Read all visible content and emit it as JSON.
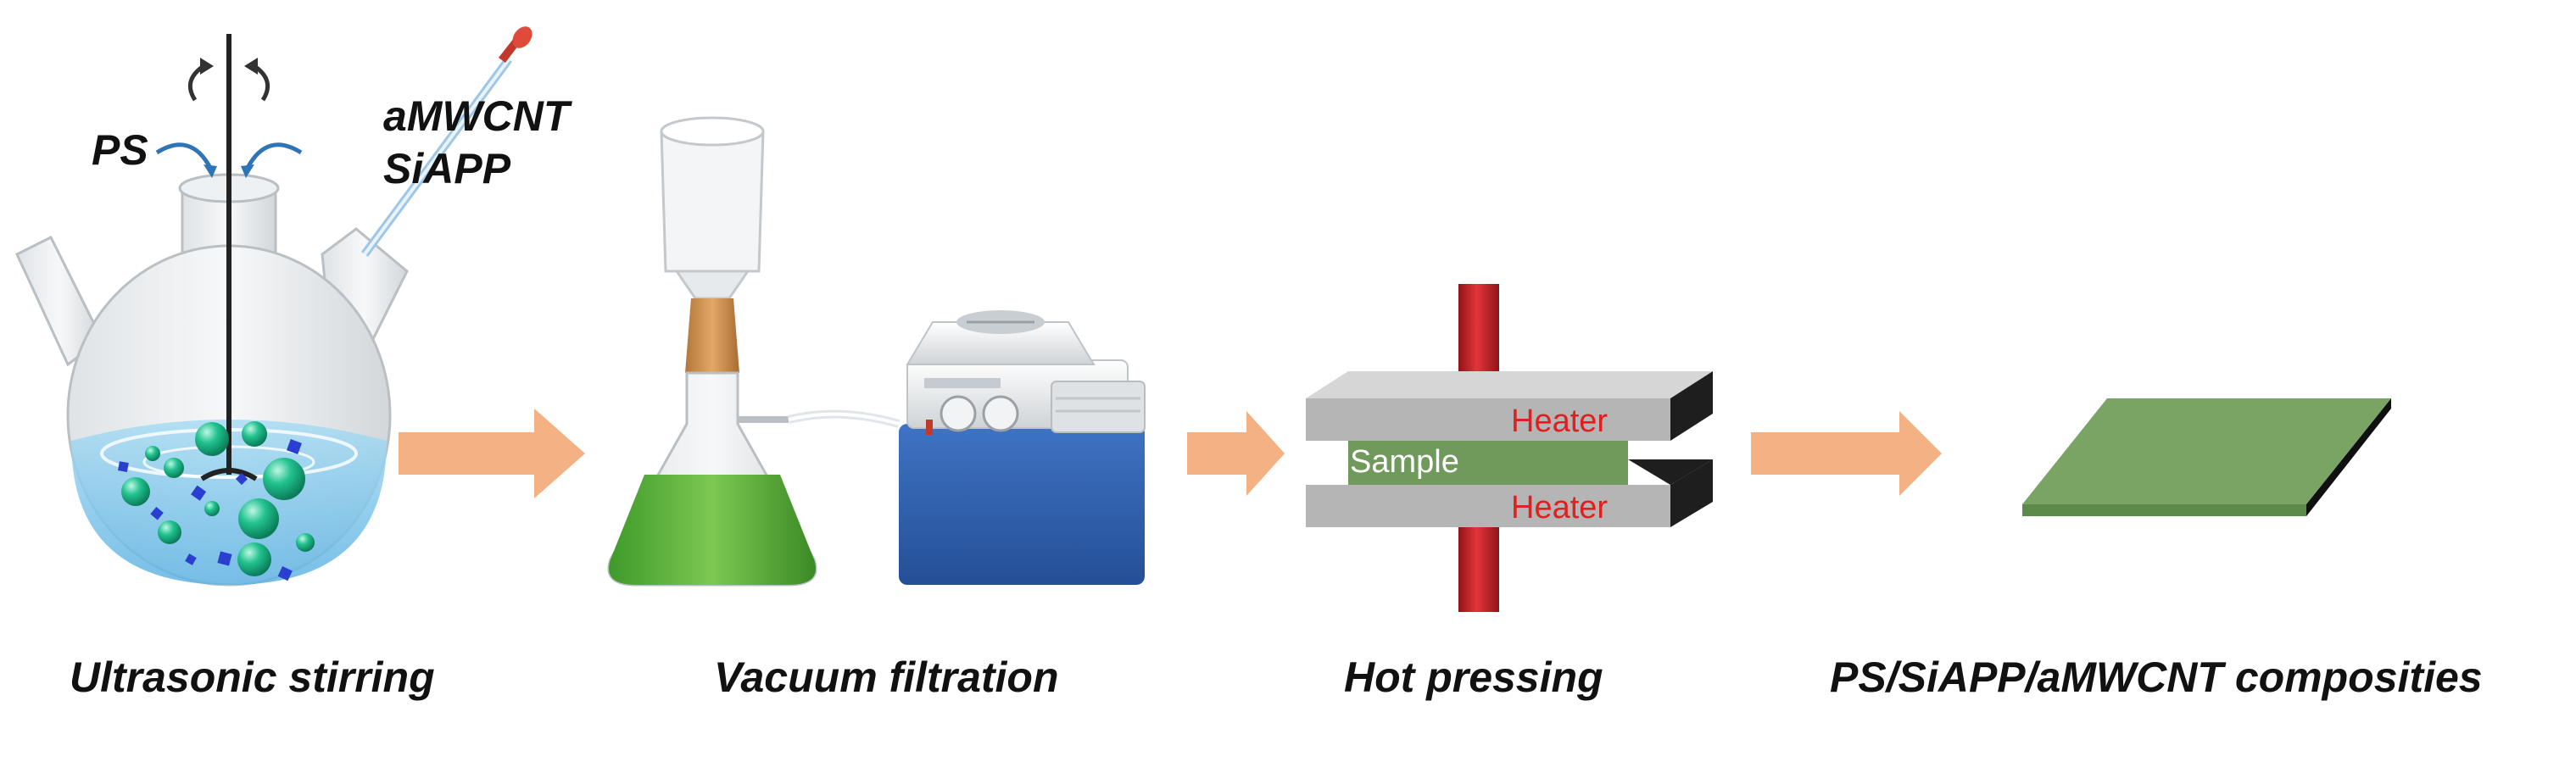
{
  "reagents": {
    "left": "PS",
    "right_1": "aMWCNT",
    "right_2": "SiAPP"
  },
  "steps": [
    {
      "caption": "Ultrasonic stirring"
    },
    {
      "caption": "Vacuum filtration"
    },
    {
      "caption": "Hot pressing"
    },
    {
      "caption": "PS/SiAPP/aMWCNT composities"
    }
  ],
  "press": {
    "top_heater": "Heater",
    "sample": "Sample",
    "bottom_heater": "Heater"
  },
  "colors": {
    "arrow": "#f4b183",
    "liquid_green": "#6fbf4a",
    "sphere_teal": "#22c28f",
    "particle_blue": "#2a3fcf",
    "heater_rod": "#d6262c",
    "plate_gray": "#b5b5b5",
    "sample_green": "#6f9a5c",
    "heater_text": "#e02020",
    "composite_green": "#7aa464",
    "pump_blue": "#2f5fae"
  }
}
